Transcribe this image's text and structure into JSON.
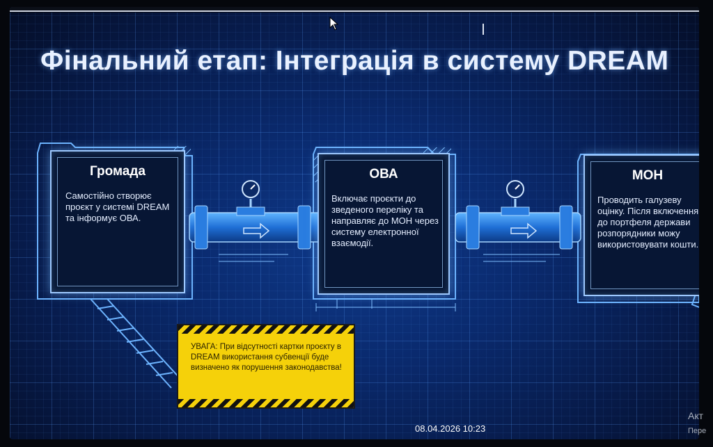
{
  "slide": {
    "title": "Фінальний етап: Інтеграція в систему DREAM"
  },
  "cards": [
    {
      "title": "Громада",
      "text": "Самостійно створює проєкт у системі DREAM та інформує ОВА."
    },
    {
      "title": "ОВА",
      "text": "Включає проєкти до зведеного переліку та направляє до МОН через систему електронної взаємодії."
    },
    {
      "title": "МОН",
      "text": "Проводить галузеву оцінку. Після включення до портфеля держави розпорядники можу використовувати кошти."
    }
  ],
  "warning": {
    "text": "УВАГА: При відсутності картки проєкту в DREAM використання субвенції буде визначено як порушення законодавства!"
  },
  "taskbar": {
    "datetime": "08.04.2026 10:23",
    "activation_line1": "Акт",
    "activation_line2": "Пере"
  },
  "colors": {
    "accent": "#9ec9ff",
    "warning": "#f5d10a"
  },
  "icons": [
    "pressure-gauge-icon",
    "flow-arrow-icon",
    "cursor-arrow-icon",
    "text-cursor-icon"
  ]
}
